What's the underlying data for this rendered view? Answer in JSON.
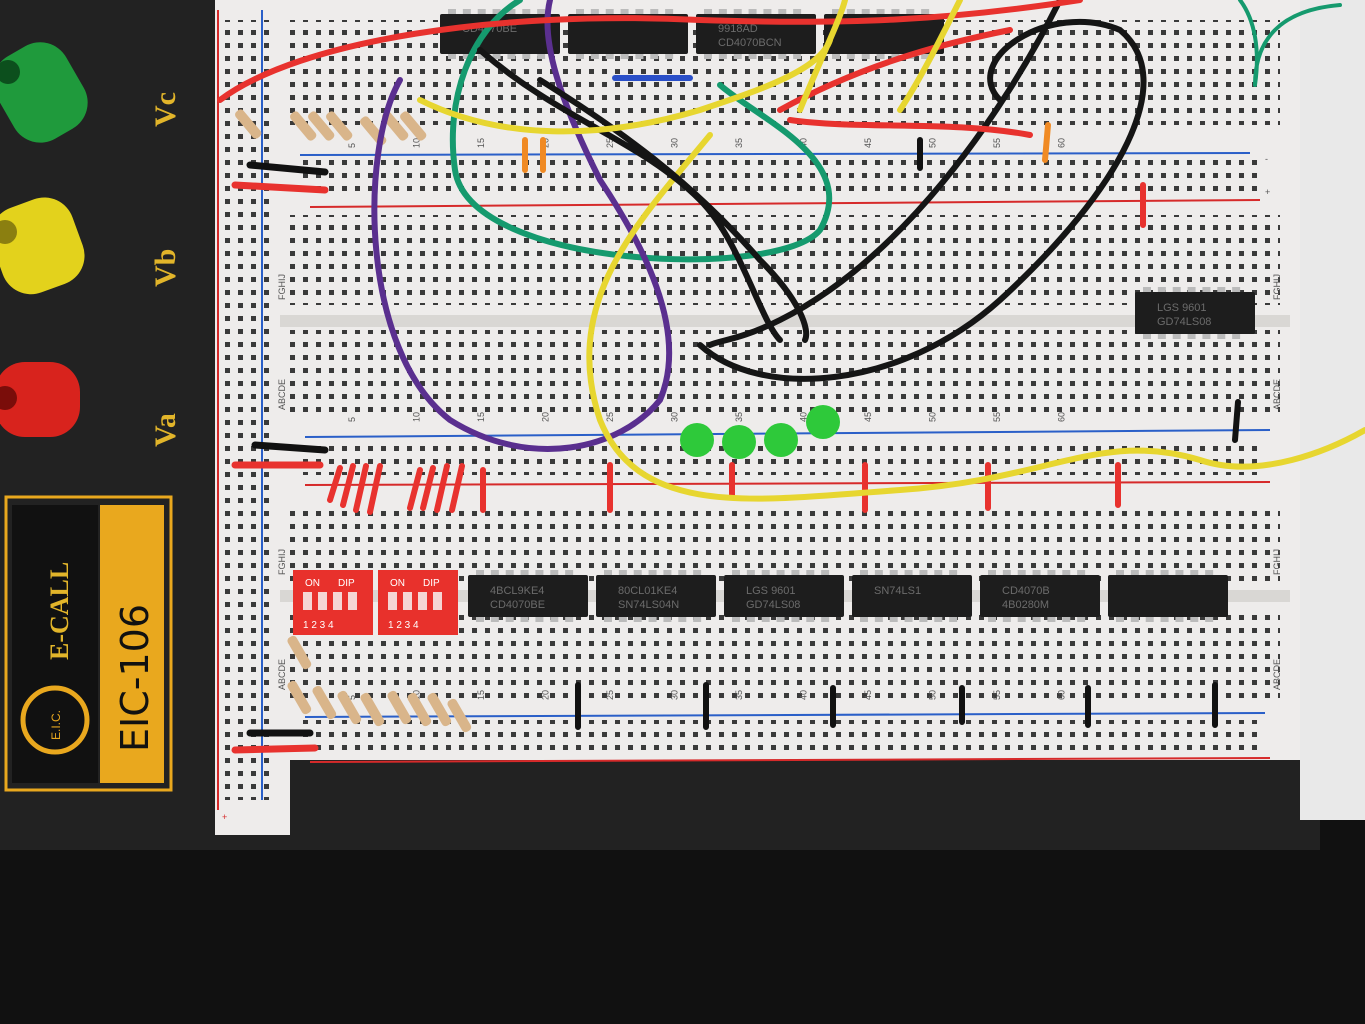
{
  "panel": {
    "terminals": [
      {
        "label": "Vc",
        "color": "#1f9a3c"
      },
      {
        "label": "Vb",
        "color": "#e3d21c"
      },
      {
        "label": "Va",
        "color": "#d8231d"
      }
    ],
    "logo": {
      "brand": "E-CALL",
      "model": "EIC-106",
      "mark": "E.I.C.",
      "accent": "#e9a81e"
    }
  },
  "breadboard": {
    "column_numbers": [
      "5",
      "10",
      "15",
      "20",
      "25",
      "30",
      "35",
      "40",
      "45",
      "50",
      "55",
      "60"
    ],
    "row_letters_top": "FGHIJ",
    "row_letters_bottom": "ABCDE",
    "rail_plus": "+",
    "rail_minus": "-"
  },
  "dip_switches": [
    {
      "on_label": "ON",
      "dip_label": "DIP",
      "positions": "1 2 3 4"
    },
    {
      "on_label": "ON",
      "dip_label": "DIP",
      "positions": "1 2 3 4"
    }
  ],
  "chips_bottom": [
    {
      "line1": "4BCL9KE4",
      "line2": "CD4070BE"
    },
    {
      "line1": "80CL01KE4",
      "line2": "SN74LS04N"
    },
    {
      "line1": "LGS 9601",
      "line2": "GD74LS08"
    },
    {
      "line1": "SN74LS1",
      "line2": ""
    },
    {
      "line1": "CD4070B",
      "line2": "4B0280M"
    },
    {
      "line1": "",
      "line2": ""
    }
  ],
  "chip_right": {
    "line1": "LGS 9601",
    "line2": "GD74LS08"
  },
  "chips_top": [
    {
      "line1": "CD4070BE",
      "line2": ""
    },
    {
      "line1": "",
      "line2": ""
    },
    {
      "line1": "9918AD",
      "line2": "CD4070BCN"
    },
    {
      "line1": "",
      "line2": ""
    }
  ],
  "leds": {
    "count": 4,
    "color": "#2ec93a"
  }
}
